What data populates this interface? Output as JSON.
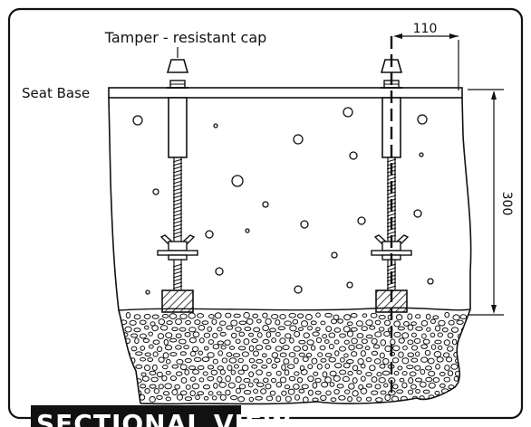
{
  "labels": {
    "cap": "Tamper - resistant cap",
    "seat_base": "Seat Base",
    "dim_offset": "110",
    "dim_depth": "300",
    "section_title": "SECTIONAL VIEW"
  },
  "colors": {
    "line": "#111111",
    "background": "#ffffff",
    "banner": "#111111",
    "banner_text": "#ffffff"
  }
}
